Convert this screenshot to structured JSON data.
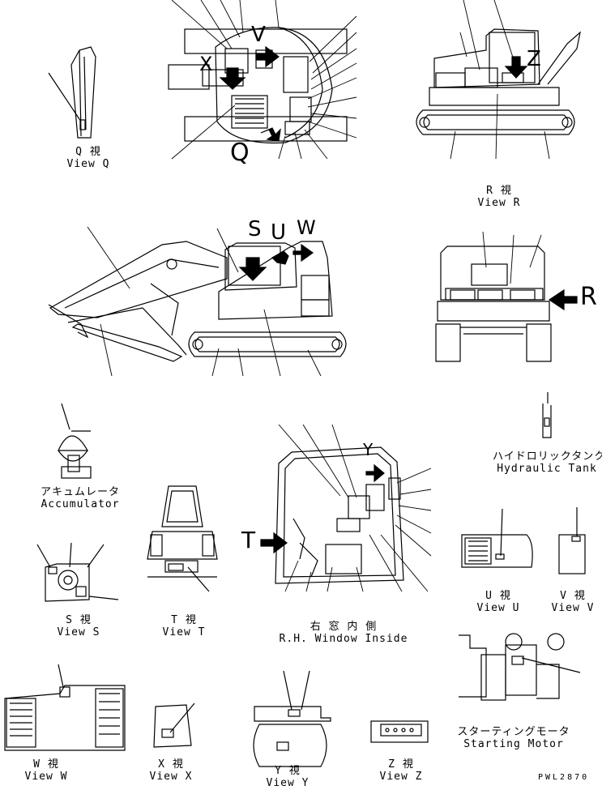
{
  "views": {
    "q": {
      "jp": "Q 視",
      "en": "View Q"
    },
    "r": {
      "jp": "R 視",
      "en": "View R"
    },
    "s": {
      "jp": "S 視",
      "en": "View S"
    },
    "t": {
      "jp": "T 視",
      "en": "View T"
    },
    "u": {
      "jp": "U 視",
      "en": "View U"
    },
    "v": {
      "jp": "V 視",
      "en": "View V"
    },
    "w": {
      "jp": "W 視",
      "en": "View W"
    },
    "x": {
      "jp": "X 視",
      "en": "View X"
    },
    "y": {
      "jp": "Y 視",
      "en": "View Y"
    },
    "z": {
      "jp": "Z 視",
      "en": "View Z"
    }
  },
  "components": {
    "accumulator": {
      "jp": "アキュムレータ",
      "en": "Accumulator"
    },
    "hydraulic_tank": {
      "jp": "ハイドロリックタンク",
      "en": "Hydraulic Tank"
    },
    "window": {
      "jp": "右 窓 内 側",
      "en": "R.H. Window Inside"
    },
    "starting_motor": {
      "jp": "スターティングモータ",
      "en": "Starting Motor"
    }
  },
  "markers": {
    "q": "Q",
    "r": "R",
    "s": "S",
    "t": "T",
    "u": "U",
    "v": "V",
    "w": "W",
    "x": "X",
    "y": "Y",
    "z": "Z"
  },
  "drawing_code": "PWL2870",
  "colors": {
    "line": "#000000",
    "background": "#ffffff"
  }
}
